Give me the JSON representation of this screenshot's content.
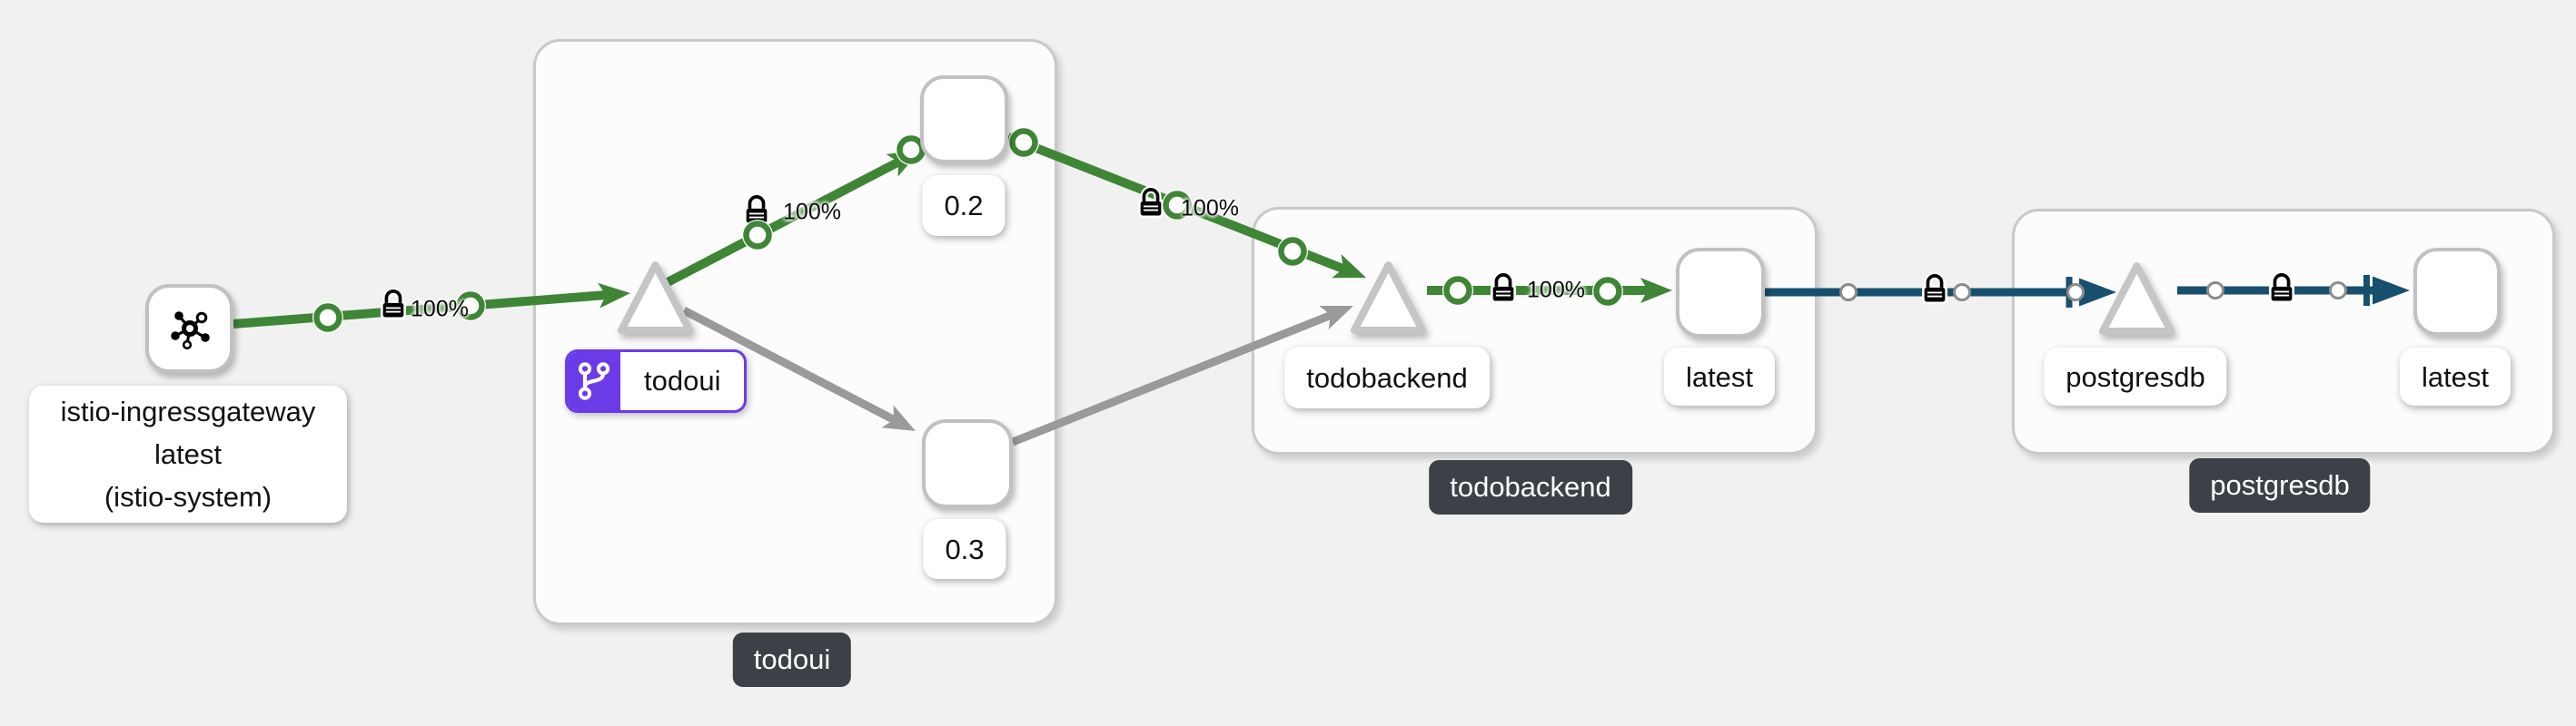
{
  "app": "service-mesh-traffic-graph",
  "graph": {
    "groups": [
      {
        "label": "todoui"
      },
      {
        "label": "todobackend"
      },
      {
        "label": "postgresdb"
      }
    ],
    "nodes": {
      "gateway": {
        "lines": [
          "istio-ingressgateway",
          "latest",
          "(istio-system)"
        ],
        "type": "workload",
        "icon": "mesh-gateway-icon"
      },
      "todoui_service": {
        "label": "todoui",
        "type": "service",
        "badge_icon": "code-branch-icon"
      },
      "todoui_v02": {
        "label": "0.2",
        "type": "workload-version"
      },
      "todoui_v03": {
        "label": "0.3",
        "type": "workload-version"
      },
      "todobackend_service": {
        "label": "todobackend",
        "type": "service"
      },
      "todobackend_latest": {
        "label": "latest",
        "type": "workload-version"
      },
      "postgresdb_service": {
        "label": "postgresdb",
        "type": "service"
      },
      "postgresdb_latest": {
        "label": "latest",
        "type": "workload-version"
      }
    },
    "edges": [
      {
        "from": "istio-ingressgateway",
        "to": "todoui",
        "label": "100%",
        "protocol": "http",
        "status": "healthy",
        "mtls_icon": "lock-icon"
      },
      {
        "from": "todoui",
        "to": "todoui v0.2",
        "label": "100%",
        "protocol": "http",
        "status": "healthy",
        "mtls_icon": "lock-icon"
      },
      {
        "from": "todoui v0.2",
        "to": "todobackend",
        "label": "100%",
        "protocol": "http",
        "status": "healthy",
        "mtls_icon": "lock-icon"
      },
      {
        "from": "todobackend",
        "to": "todobackend latest",
        "label": "100%",
        "protocol": "http",
        "status": "healthy",
        "mtls_icon": "lock-icon"
      },
      {
        "from": "todobackend latest",
        "to": "postgresdb",
        "label": "",
        "protocol": "tcp",
        "status": "tcp",
        "mtls_icon": "lock-icon"
      },
      {
        "from": "postgresdb",
        "to": "postgresdb latest",
        "label": "",
        "protocol": "tcp",
        "status": "tcp",
        "mtls_icon": "lock-icon"
      },
      {
        "from": "todoui",
        "to": "todoui v0.3",
        "label": "",
        "protocol": "http",
        "status": "idle"
      },
      {
        "from": "todoui v0.3",
        "to": "todobackend",
        "label": "",
        "protocol": "http",
        "status": "idle"
      }
    ],
    "colors": {
      "healthy_edge": "#3e8635",
      "idle_edge": "#9a9a9a",
      "tcp_edge": "#17506e",
      "virtual_service_badge": "#6c3be8",
      "group_label_bg": "#3b4146",
      "canvas_bg": "#f1f1f1"
    }
  }
}
